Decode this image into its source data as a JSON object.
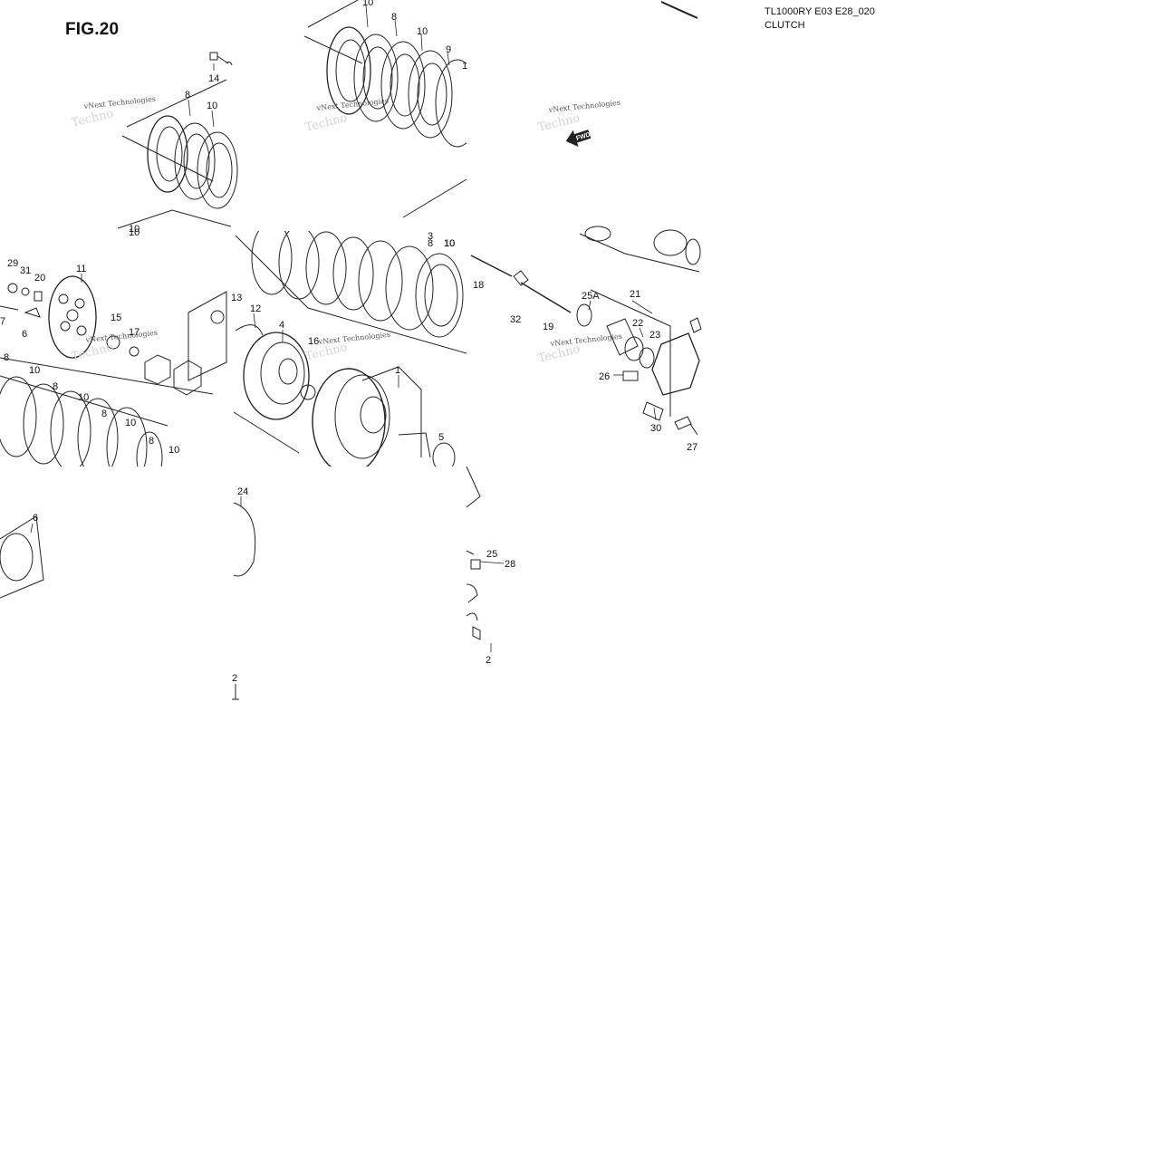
{
  "figure": {
    "title": "FIG.20"
  },
  "meta": {
    "model": "TL1000RY E03 E28_020",
    "section": "CLUTCH"
  },
  "watermark": {
    "text": "vNext Technologies",
    "ghost": "Techno"
  },
  "fwd": {
    "label": "FWD"
  },
  "callouts": [
    "10",
    "8",
    "10",
    "9",
    "1",
    "14",
    "8",
    "10",
    "10",
    "10",
    "8",
    "10",
    "29",
    "31",
    "20",
    "11",
    "7",
    "6",
    "15",
    "17",
    "13",
    "12",
    "4",
    "16",
    "1",
    "18",
    "32",
    "19",
    "25A",
    "21",
    "22",
    "23",
    "26",
    "30",
    "27",
    "8",
    "10",
    "8",
    "10",
    "8",
    "10",
    "10",
    "8",
    "10",
    "3",
    "5",
    "6",
    "24",
    "25",
    "28",
    "2"
  ]
}
